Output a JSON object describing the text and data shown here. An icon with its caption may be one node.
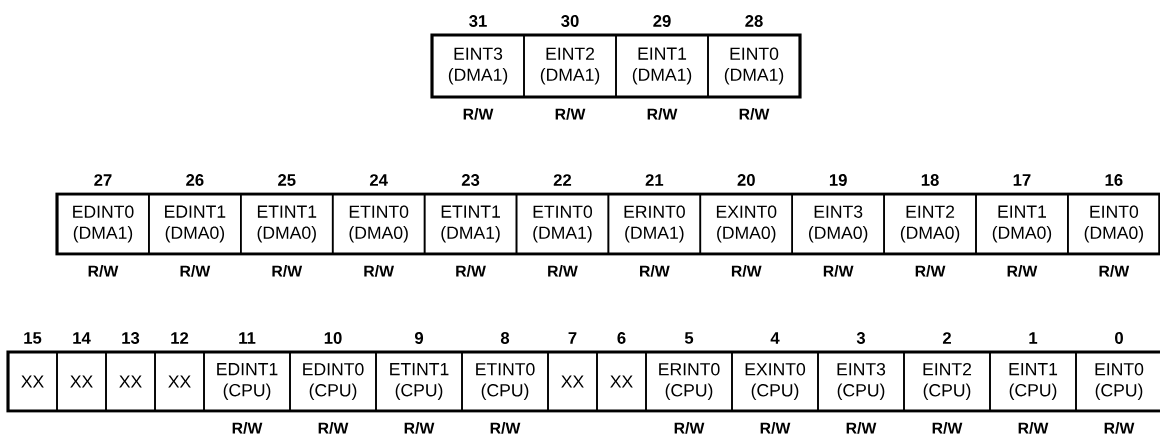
{
  "diagram": {
    "nodes": [
      {
        "text": [
          "EINT3 (DMA1)"
        ],
        "beside": [
          "31",
          "R/W"
        ]
      },
      {
        "text": [
          "EINT2 (DMA1)"
        ],
        "beside": [
          "30",
          "R/W"
        ]
      },
      {
        "text": [
          "EINT1 (DMA1)"
        ],
        "beside": [
          "29",
          "R/W"
        ]
      },
      {
        "text": [
          "EINT0 (DMA1)"
        ],
        "beside": [
          "28",
          "R/W"
        ]
      },
      {
        "text": [
          "EDINT0 (DMA1)"
        ],
        "beside": [
          "27",
          "R/W"
        ]
      },
      {
        "text": [
          "EDINT1 (DMA0)"
        ],
        "beside": [
          "26",
          "R/W"
        ]
      },
      {
        "text": [
          "ETINT1 (DMA0)"
        ],
        "beside": [
          "25",
          "R/W"
        ]
      },
      {
        "text": [
          "ETINT0 (DMA0)"
        ],
        "beside": [
          "24",
          "R/W"
        ]
      },
      {
        "text": [
          "ETINT1 (DMA1)"
        ],
        "beside": [
          "23",
          "R/W"
        ]
      },
      {
        "text": [
          "ETINT0 (DMA1)"
        ],
        "beside": [
          "22",
          "R/W"
        ]
      },
      {
        "text": [
          "ERINT0 (DMA1)"
        ],
        "beside": [
          "21",
          "R/W"
        ]
      },
      {
        "text": [
          "EXINT0 (DMA0)"
        ],
        "beside": [
          "20",
          "R/W"
        ]
      },
      {
        "text": [
          "EINT3 (DMA0)"
        ],
        "beside": [
          "19",
          "R/W"
        ]
      },
      {
        "text": [
          "EINT2 (DMA0)"
        ],
        "beside": [
          "18",
          "R/W"
        ]
      },
      {
        "text": [
          "EINT1 (DMA0)"
        ],
        "beside": [
          "17",
          "R/W"
        ]
      },
      {
        "text": [
          "EINT0 (DMA0)"
        ],
        "beside": [
          "16",
          "R/W"
        ]
      },
      {
        "text": [
          "XX"
        ],
        "beside": [
          "15"
        ]
      },
      {
        "text": [
          "XX"
        ],
        "beside": [
          "14"
        ]
      },
      {
        "text": [
          "XX"
        ],
        "beside": [
          "13"
        ]
      },
      {
        "text": [
          "XX"
        ],
        "beside": [
          "12"
        ]
      },
      {
        "text": [
          "EDINT1 (CPU)"
        ],
        "beside": [
          "11",
          "R/W"
        ]
      },
      {
        "text": [
          "EDINT0 (CPU)"
        ],
        "beside": [
          "10",
          "R/W"
        ]
      },
      {
        "text": [
          "ETINT1 (CPU)"
        ],
        "beside": [
          "9",
          "R/W"
        ]
      },
      {
        "text": [
          "ETINT0 (CPU)"
        ],
        "beside": [
          "8",
          "R/W"
        ]
      },
      {
        "text": [
          "XX"
        ],
        "beside": [
          "7"
        ]
      },
      {
        "text": [
          "XX"
        ],
        "beside": [
          "6"
        ]
      },
      {
        "text": [
          "ERINT0 (CPU)"
        ],
        "beside": [
          "5",
          "R/W"
        ]
      },
      {
        "text": [
          "EXINT0 (CPU)"
        ],
        "beside": [
          "4",
          "R/W"
        ]
      },
      {
        "text": [
          "EINT3 (CPU)"
        ],
        "beside": [
          "3",
          "R/W"
        ]
      },
      {
        "text": [
          "EINT2 (CPU)"
        ],
        "beside": [
          "2",
          "R/W"
        ]
      },
      {
        "text": [
          "EINT1 (CPU)"
        ],
        "beside": [
          "1",
          "R/W"
        ]
      },
      {
        "text": [
          "EINT0 (CPU)"
        ],
        "beside": [
          "0",
          "R/W"
        ]
      }
    ]
  }
}
